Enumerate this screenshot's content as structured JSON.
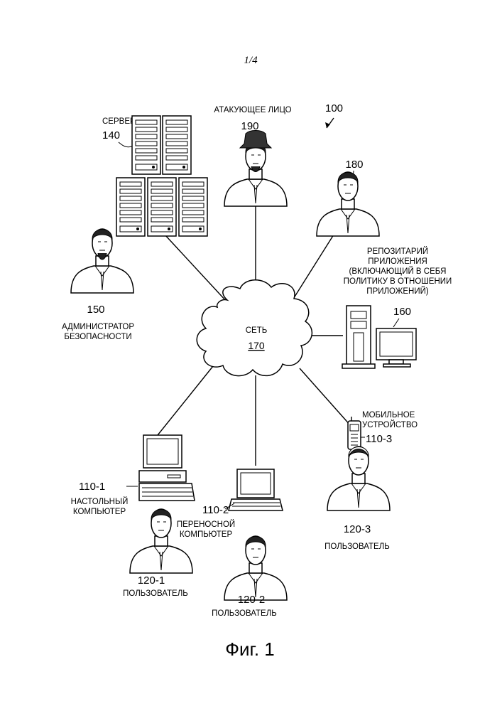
{
  "page_header": "1/4",
  "figure_ref": "100",
  "figure_caption": "Фиг. 1",
  "network": {
    "label": "СЕТЬ",
    "ref": "170"
  },
  "servers": {
    "label": "СЕРВЕРЫ",
    "ref": "140"
  },
  "attacker": {
    "label": "АТАКУЮЩЕЕ ЛИЦО",
    "ref": "190"
  },
  "app_repository": {
    "ref": "180",
    "label_lines": [
      "РЕПОЗИТАРИЙ",
      "ПРИЛОЖЕНИЯ",
      "(ВКЛЮЧАЮЩИЙ В СЕБЯ",
      "ПОЛИТИКУ В ОТНОШЕНИИ",
      "ПРИЛОЖЕНИЙ)"
    ]
  },
  "security_admin": {
    "ref": "150",
    "label_lines": [
      "АДМИНИСТРАТОР",
      "БЕЗОПАСНОСТИ"
    ]
  },
  "workstation": {
    "ref": "160"
  },
  "mobile_device": {
    "ref": "110-3",
    "label_lines": [
      "МОБИЛЬНОЕ",
      "УСТРОЙСТВО"
    ]
  },
  "desktop_computer": {
    "ref": "110-1",
    "label_lines": [
      "НАСТОЛЬНЫЙ",
      "КОМПЬЮТЕР"
    ]
  },
  "laptop_computer": {
    "ref": "110-2",
    "label_lines": [
      "ПЕРЕНОСНОЙ",
      "КОМПЬЮТЕР"
    ]
  },
  "user_1": {
    "ref": "120-1",
    "label": "ПОЛЬЗОВАТЕЛЬ"
  },
  "user_2": {
    "ref": "120-2",
    "label": "ПОЛЬЗОВАТЕЛЬ"
  },
  "user_3": {
    "ref": "120-3",
    "label": "ПОЛЬЗОВАТЕЛЬ"
  }
}
